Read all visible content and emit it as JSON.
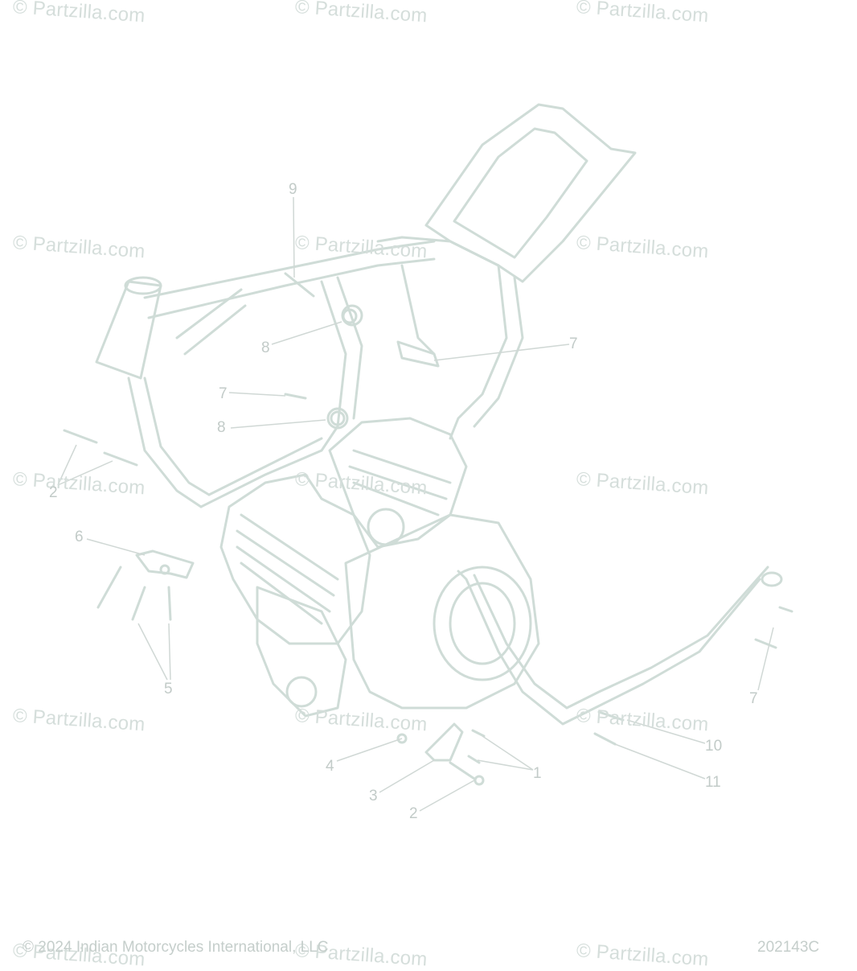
{
  "watermark": "© Partzilla.com",
  "callouts": {
    "c9": "9",
    "c8a": "8",
    "c8b": "8",
    "c7a": "7",
    "c7b": "7",
    "c7c": "7",
    "c2a": "2",
    "c2b": "2",
    "c6": "6",
    "c5": "5",
    "c4": "4",
    "c3": "3",
    "c1": "1",
    "c10": "10",
    "c11": "11"
  },
  "footer": {
    "copyright": "© 2024 Indian Motorcycles International, LLC",
    "part_code": "202143C"
  },
  "colors": {
    "line_art": "#cfdcd7",
    "callout_text": "#c2cbc8",
    "watermark": "#d5dedb"
  }
}
